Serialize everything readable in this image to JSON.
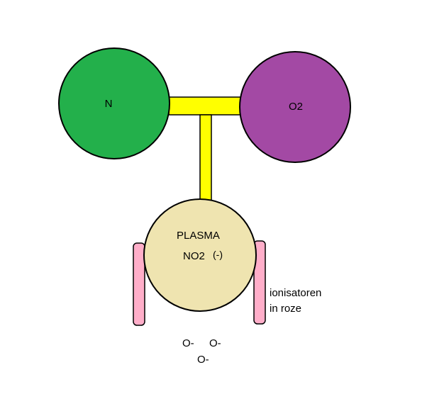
{
  "nodes": {
    "n": {
      "label": "N",
      "color": "#23b04b"
    },
    "o2": {
      "label": "O2",
      "color": "#a349a4"
    },
    "plasma": {
      "label1": "PLASMA",
      "label2": "NO2",
      "label3": "(-)",
      "color": "#efe4b0"
    }
  },
  "connector_color": "#ffff00",
  "ionizer_color": "#ffaec9",
  "annotation": {
    "line1": "ionisatoren",
    "line2": "in roze"
  },
  "ions": [
    "O-",
    "O-",
    "O-"
  ]
}
